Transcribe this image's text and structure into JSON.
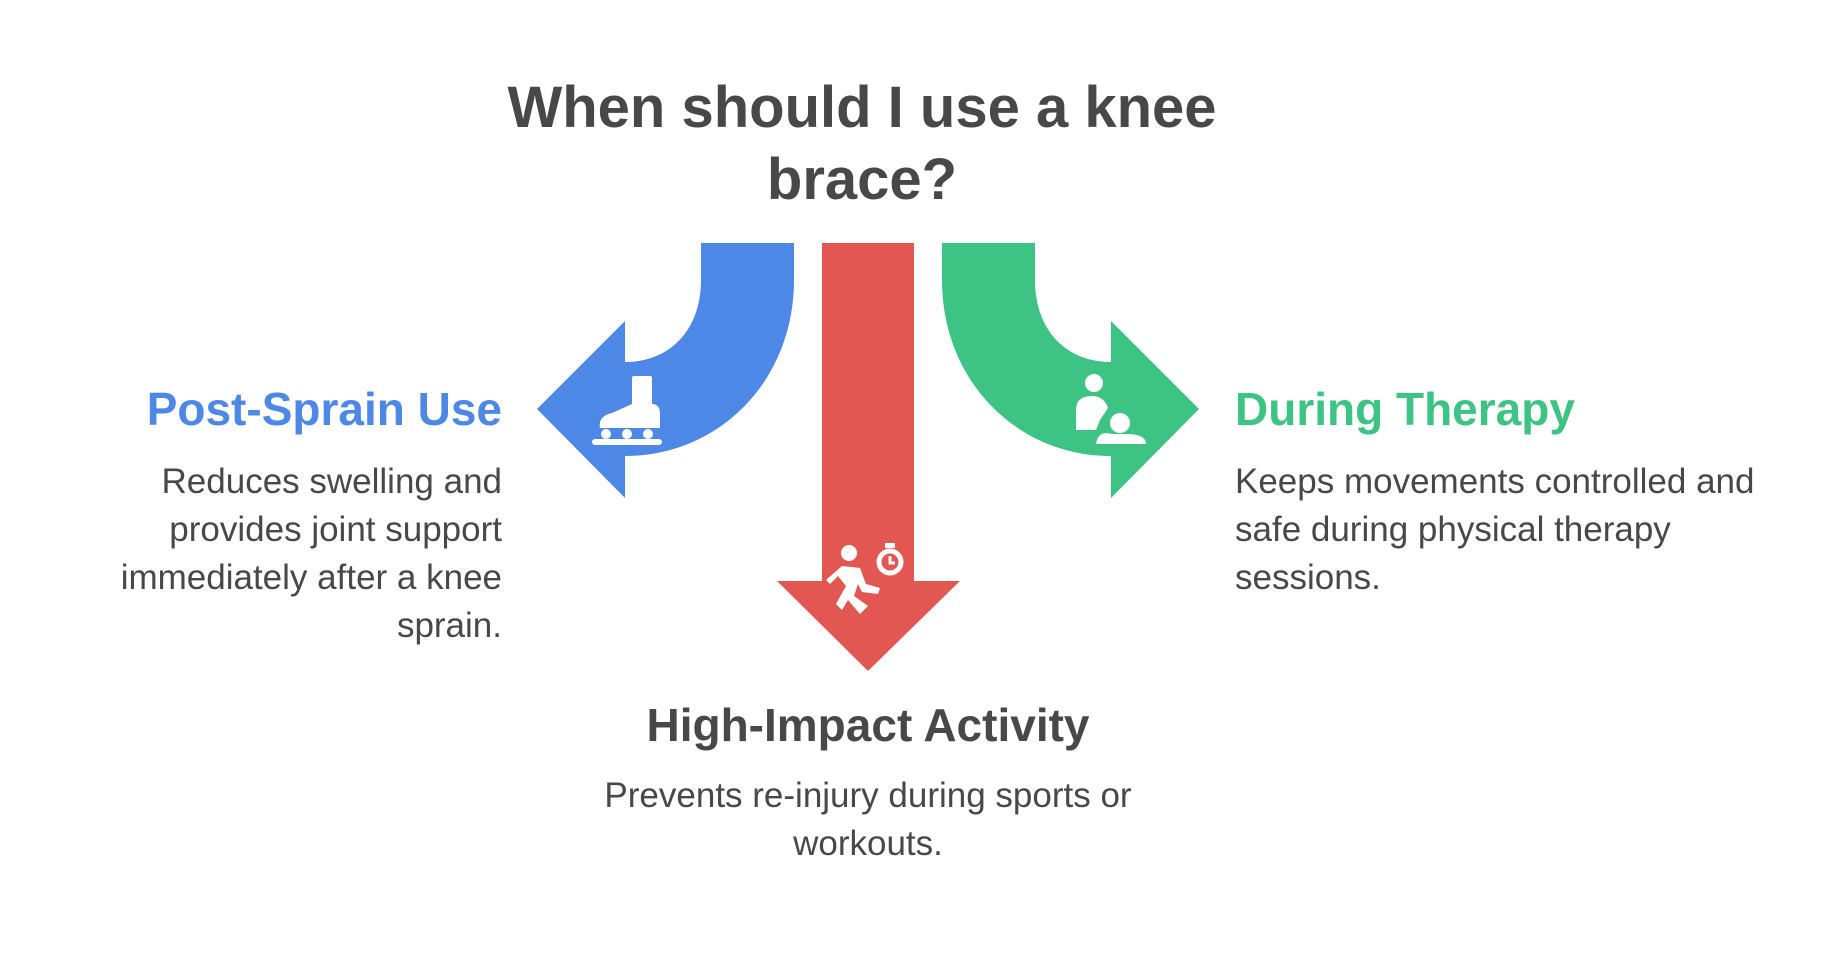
{
  "title": "When should I use a knee brace?",
  "colors": {
    "left": "#4E88E6",
    "center": "#E35753",
    "right": "#3DC484",
    "text": "#484848"
  },
  "branches": [
    {
      "heading": "Post-Sprain Use",
      "text": "Reduces swelling and provides joint support immediately after a knee sprain.",
      "icon": "skate-foot-icon"
    },
    {
      "heading": "High-Impact Activity",
      "text": "Prevents re-injury during sports or workouts.",
      "icon": "runner-stopwatch-icon"
    },
    {
      "heading": "During Therapy",
      "text": "Keeps movements controlled and safe during physical therapy sessions.",
      "icon": "therapist-patient-icon"
    }
  ]
}
